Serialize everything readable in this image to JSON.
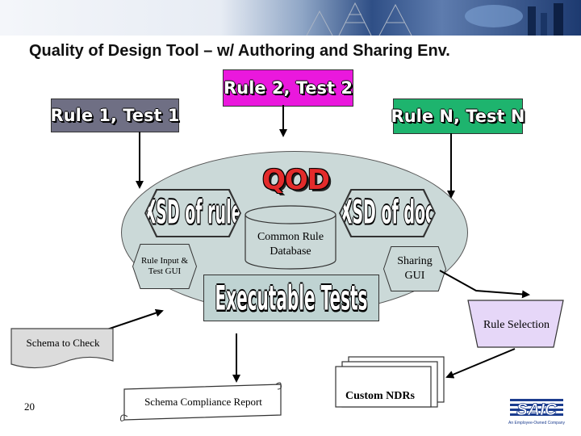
{
  "slide": {
    "title": "Quality of Design Tool – w/ Authoring and Sharing Env.",
    "page_number": "20"
  },
  "rules": {
    "rule1": "Rule 1, Test 1",
    "rule2": "Rule 2, Test 2",
    "ruleN": "Rule N, Test N"
  },
  "env": {
    "title": "QOD",
    "xsd_rule": "XSD of rule",
    "xsd_doc": "XSD of doc",
    "database": "Common Rule Database",
    "rule_input_gui": "Rule Input & Test GUI",
    "sharing_gui": "Sharing GUI",
    "executable_tests": "Executable Tests"
  },
  "outputs": {
    "rule_selection": "Rule Selection",
    "schema_to_check": "Schema to Check",
    "compliance_report": "Schema Compliance Report",
    "custom_ndrs": "Custom NDRs"
  },
  "logo": {
    "text": "SAIC",
    "tagline": "An Employee-Owned Company"
  },
  "colors": {
    "rule_box": "#6f6f84",
    "rule2_box": "#ea18dd",
    "ruleN_box": "#1eb46e",
    "ellipse_fill": "#cbd9d8",
    "qod_text": "#e32b2b",
    "exec_tests_box": "#bfd3d2",
    "rule_selection_fill": "#e6d7f8",
    "logo_blue": "#1c3d8f"
  }
}
